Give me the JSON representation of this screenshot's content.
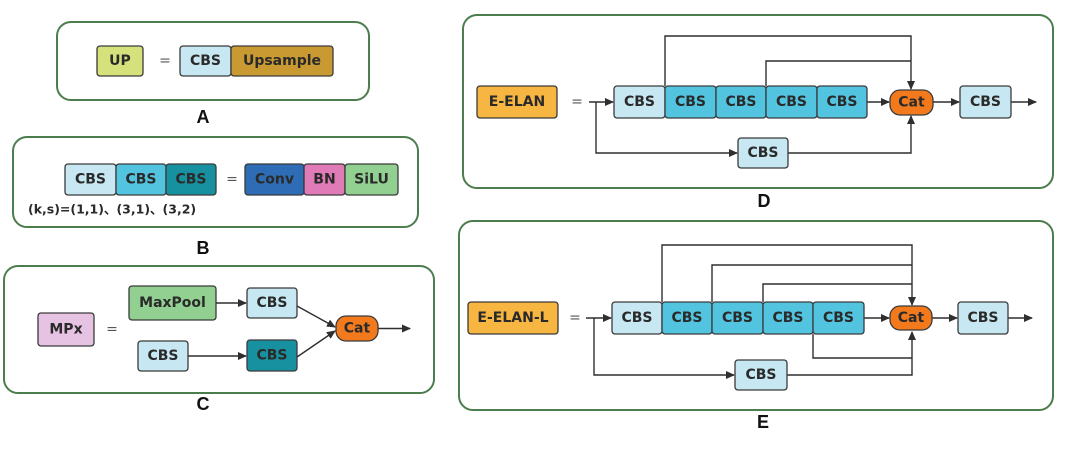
{
  "colors": {
    "cbs_light": "#c7e8f2",
    "cbs_mid": "#52c4e0",
    "cbs_teal": "#17919f",
    "upsample": "#c99a32",
    "up": "#d5e27c",
    "conv": "#2e6db6",
    "bn": "#e07bb8",
    "silu": "#92d092",
    "maxpool": "#92d092",
    "mpx": "#e6c3e2",
    "cat": "#f27a1c",
    "elan": "#f7b542"
  },
  "panel_a": {
    "caption": "A",
    "lhs": "UP",
    "equals": "=",
    "blocks": [
      "CBS",
      "Upsample"
    ]
  },
  "panel_b": {
    "caption": "B",
    "lhs_blocks": [
      "CBS",
      "CBS",
      "CBS"
    ],
    "equals": "=",
    "rhs_blocks": [
      "Conv",
      "BN",
      "SiLU"
    ],
    "note": "(k,s)=(1,1)、(3,1)、(3,2)"
  },
  "panel_c": {
    "caption": "C",
    "lhs": "MPx",
    "equals": "=",
    "top_branch": [
      "MaxPool",
      "CBS"
    ],
    "bottom_branch": [
      "CBS",
      "CBS"
    ],
    "merge": "Cat"
  },
  "panel_d": {
    "caption": "D",
    "lhs": "E-ELAN",
    "equals": "=",
    "chain": [
      "CBS",
      "CBS",
      "CBS",
      "CBS",
      "CBS"
    ],
    "merge": "Cat",
    "output": "CBS",
    "bypass": "CBS"
  },
  "panel_e": {
    "caption": "E",
    "lhs": "E-ELAN-L",
    "equals": "=",
    "chain": [
      "CBS",
      "CBS",
      "CBS",
      "CBS",
      "CBS"
    ],
    "merge": "Cat",
    "output": "CBS",
    "bypass": "CBS"
  }
}
